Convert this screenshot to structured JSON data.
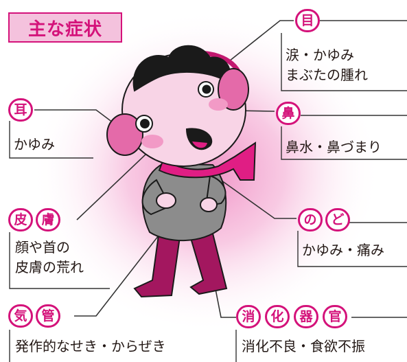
{
  "title": "主な症状",
  "symptoms": {
    "eye": {
      "chars": [
        "目"
      ],
      "lines": [
        "涙・かゆみ",
        "まぶたの腫れ"
      ]
    },
    "ear": {
      "chars": [
        "耳"
      ],
      "lines": [
        "かゆみ"
      ]
    },
    "nose": {
      "chars": [
        "鼻"
      ],
      "lines": [
        "鼻水・鼻づまり"
      ]
    },
    "skin": {
      "chars": [
        "皮",
        "膚"
      ],
      "lines": [
        "顔や首の",
        "皮膚の荒れ"
      ]
    },
    "throat": {
      "chars": [
        "の",
        "ど"
      ],
      "lines": [
        "かゆみ・痛み"
      ]
    },
    "trachea": {
      "chars": [
        "気",
        "管"
      ],
      "lines": [
        "発作的なせき・からぜき"
      ]
    },
    "digestive": {
      "chars": [
        "消",
        "化",
        "器",
        "官"
      ],
      "lines": [
        "消化不良・食欲不振"
      ]
    }
  },
  "colors": {
    "accent": "#d4127a",
    "title_bg": "#f4c2dd",
    "glow": "#f3a9d0",
    "line": "#333333"
  }
}
